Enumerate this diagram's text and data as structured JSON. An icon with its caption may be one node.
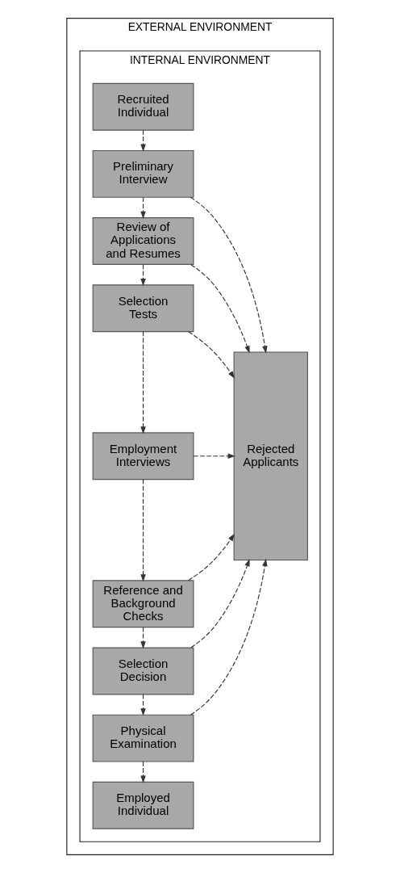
{
  "diagram": {
    "nodes": [
      {
        "text": [
          "EXTERNAL ENVIRONMENT"
        ]
      },
      {
        "text": [
          "INTERNAL ENVIRONMENT"
        ],
        "in": 0
      },
      {
        "text": [
          "Recruited Individual"
        ],
        "in": 1
      },
      {
        "text": [
          "Preliminary Interview"
        ],
        "in": 1
      },
      {
        "text": [
          "Review of Applications and Resumes"
        ],
        "in": 1
      },
      {
        "text": [
          "Selection Tests"
        ],
        "in": 1
      },
      {
        "text": [
          "Employment Interviews"
        ],
        "in": 1
      },
      {
        "text": [
          "Reference and Background Checks"
        ],
        "in": 1
      },
      {
        "text": [
          "Selection Decision"
        ],
        "in": 1
      },
      {
        "text": [
          "Physical Examination"
        ],
        "in": 1
      },
      {
        "text": [
          "Employed Individual"
        ],
        "in": 1
      },
      {
        "text": [
          "Rejected Applicants"
        ],
        "in": 1
      }
    ],
    "edges": [
      {
        "from": 2,
        "to": 3,
        "arrow": "to",
        "style": "dashed"
      },
      {
        "from": 3,
        "to": 4,
        "arrow": "to",
        "style": "dashed"
      },
      {
        "from": 4,
        "to": 5,
        "arrow": "to",
        "style": "dashed"
      },
      {
        "from": 5,
        "to": 6,
        "arrow": "to",
        "style": "dashed"
      },
      {
        "from": 6,
        "to": 7,
        "arrow": "to",
        "style": "dashed"
      },
      {
        "from": 7,
        "to": 8,
        "arrow": "to",
        "style": "dashed"
      },
      {
        "from": 8,
        "to": 9,
        "arrow": "to",
        "style": "dashed"
      },
      {
        "from": 9,
        "to": 10,
        "arrow": "to",
        "style": "dashed"
      },
      {
        "from": 3,
        "to": 11,
        "arrow": "to",
        "style": "dashed"
      },
      {
        "from": 4,
        "to": 11,
        "arrow": "to",
        "style": "dashed"
      },
      {
        "from": 5,
        "to": 11,
        "arrow": "to",
        "style": "dashed"
      },
      {
        "from": 6,
        "to": 11,
        "arrow": "to",
        "style": "dashed"
      },
      {
        "from": 7,
        "to": 11,
        "arrow": "to",
        "style": "dashed"
      },
      {
        "from": 8,
        "to": 11,
        "arrow": "to",
        "style": "dashed"
      },
      {
        "from": 9,
        "to": 11,
        "arrow": "to",
        "style": "dashed"
      }
    ]
  }
}
